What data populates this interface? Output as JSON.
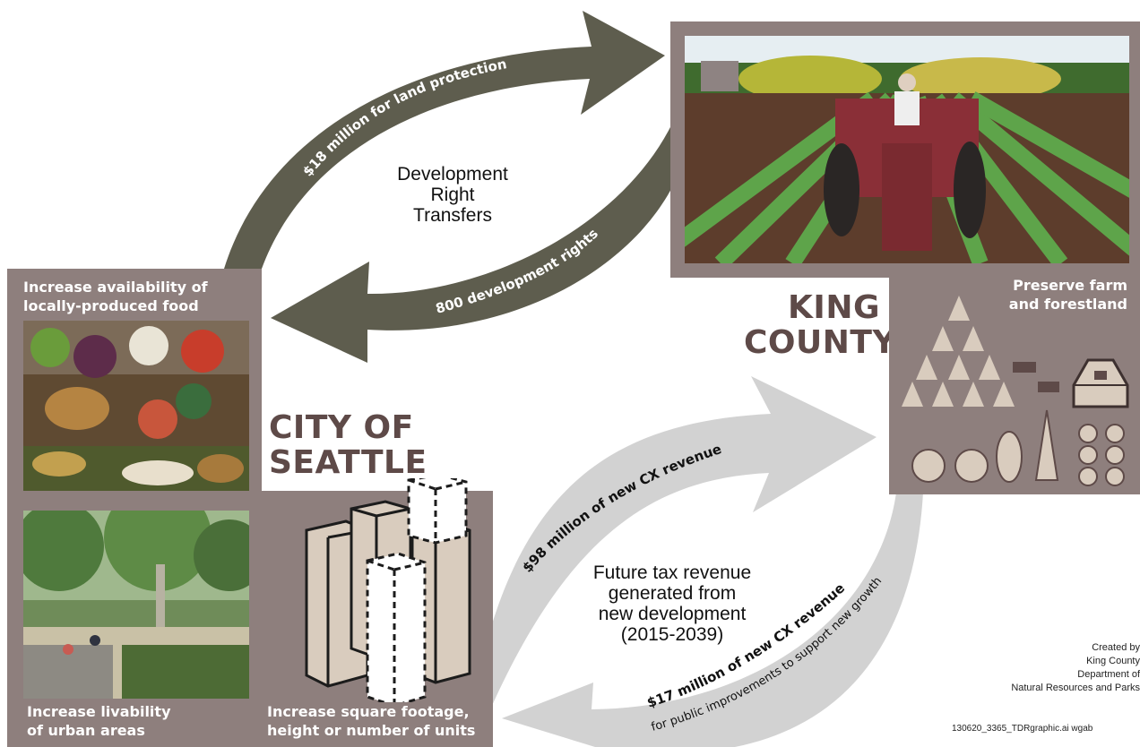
{
  "transfers": {
    "top_arrow_label": "$18 million for land protection",
    "bottom_arrow_label": "800 development rights",
    "center": "Development\nRight\nTransfers"
  },
  "revenue": {
    "upper_arrow_label": "$98 million of new CX revenue",
    "lower_arrow_label": "$17 million of new CX revenue",
    "lower_arrow_sublabel": "for public improvements to support new growth",
    "center": "Future tax revenue\ngenerated from\nnew development\n(2015-2039)"
  },
  "king_county": {
    "label": "KING\nCOUNTY",
    "panel_title": "Preserve farm\nand forestland"
  },
  "seattle": {
    "label": "CITY OF\nSEATTLE",
    "food_title": "Increase availability of\nlocally-produced food",
    "livability_title": "Increase livability\nof urban areas",
    "density_title": "Increase square footage,\nheight or number of units"
  },
  "credits": {
    "text": "Created by\nKing County\nDepartment of\nNatural Resources and Parks",
    "filename": "130620_3365_TDRgraphic.ai   wgab"
  },
  "colors": {
    "dark_arrow": "#5e5d4e",
    "light_arrow": "#d2d2d2",
    "panel": "#8e7f7d",
    "label_brown": "#5e4a48",
    "icon_fill": "#d9ccbe"
  }
}
